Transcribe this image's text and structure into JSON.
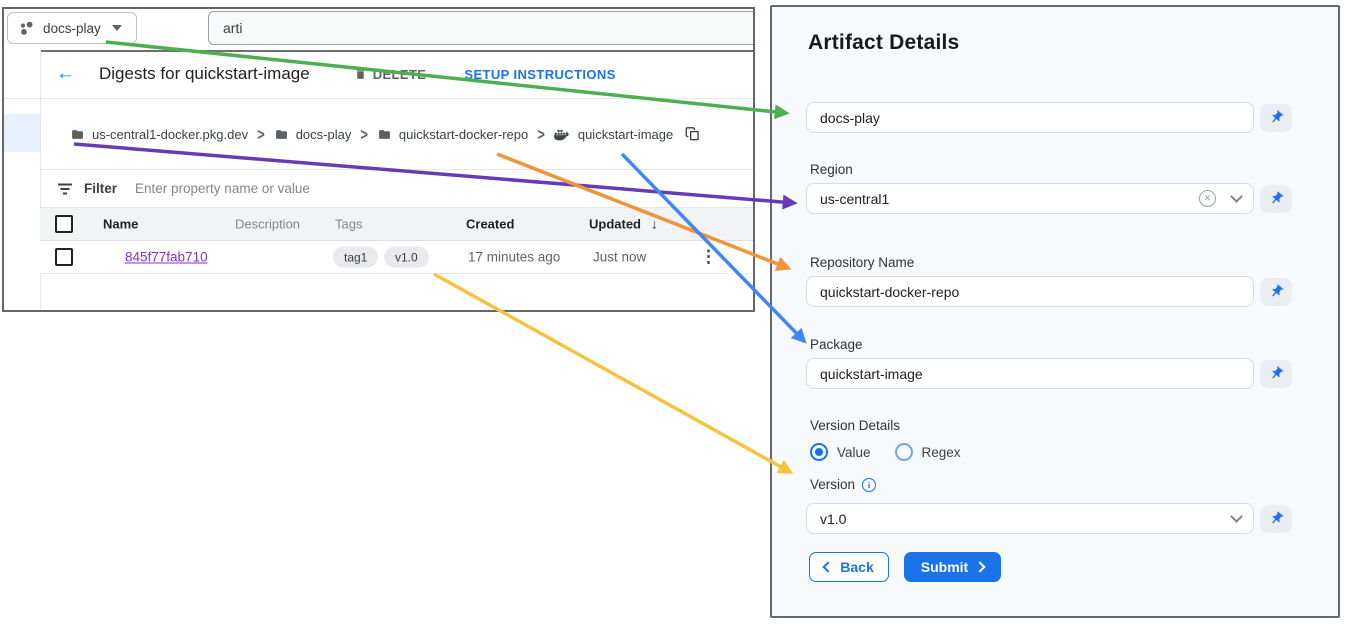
{
  "console": {
    "project_selector": {
      "label": "docs-play"
    },
    "search": {
      "value": "arti"
    },
    "toolbar": {
      "title": "Digests for quickstart-image",
      "delete_label": "DELETE",
      "setup_label": "SETUP INSTRUCTIONS"
    },
    "breadcrumb": [
      {
        "icon": "folder-icon",
        "label": "us-central1-docker.pkg.dev"
      },
      {
        "icon": "folder-icon",
        "label": "docs-play"
      },
      {
        "icon": "folder-icon",
        "label": "quickstart-docker-repo"
      },
      {
        "icon": "docker-whale-icon",
        "label": "quickstart-image"
      }
    ],
    "separator": ">",
    "filter": {
      "label": "Filter",
      "placeholder": "Enter property name or value"
    },
    "table": {
      "columns": [
        "Name",
        "Description",
        "Tags",
        "Created",
        "Updated"
      ],
      "sort_icon": "arrow-down",
      "row": {
        "name": "845f77fab710",
        "tags": [
          "tag1",
          "v1.0"
        ],
        "created": "17 minutes ago",
        "updated": "Just now"
      }
    }
  },
  "panel": {
    "title": "Artifact Details",
    "project_field": {
      "value": "docs-play"
    },
    "region": {
      "label": "Region",
      "value": "us-central1"
    },
    "repository": {
      "label": "Repository Name",
      "value": "quickstart-docker-repo"
    },
    "package": {
      "label": "Package",
      "value": "quickstart-image"
    },
    "version_details": {
      "label": "Version Details",
      "options": [
        "Value",
        "Regex"
      ],
      "selected": "Value"
    },
    "version": {
      "label": "Version",
      "value": "v1.0",
      "info": "i"
    },
    "buttons": {
      "back": "Back",
      "submit": "Submit"
    }
  },
  "colors": {
    "accent_blue": "#1a73e8",
    "link_purple": "#8430ce",
    "arrow_green": "#4caf50",
    "arrow_purple": "#673ab7",
    "arrow_orange": "#f0943a",
    "arrow_blue": "#4285f4",
    "arrow_yellow": "#f5c242"
  }
}
